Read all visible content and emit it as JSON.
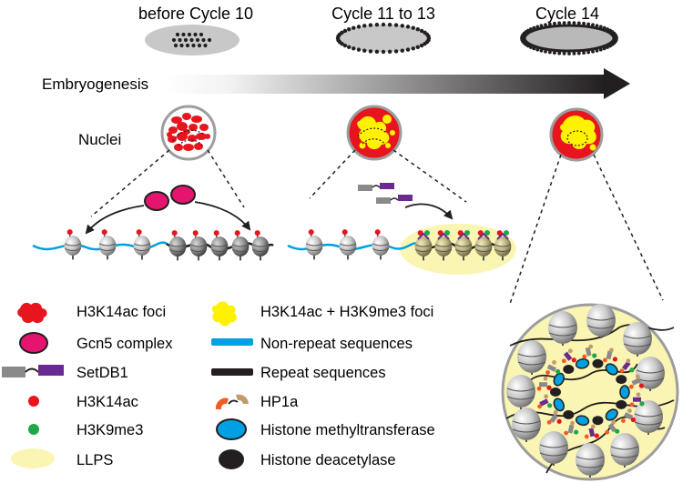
{
  "stages": [
    {
      "label": "before Cycle 10"
    },
    {
      "label": "Cycle 11 to 13"
    },
    {
      "label": "Cycle 14"
    }
  ],
  "process": {
    "label": "Embryogenesis"
  },
  "nuclei": {
    "label": "Nuclei"
  },
  "legend": {
    "h3k14ac_foci": "H3K14ac foci",
    "gcn5_complex": "Gcn5 complex",
    "setdb1": "SetDB1",
    "h3k14ac": "H3K14ac",
    "h3k9me3": "H3K9me3",
    "llps": "LLPS",
    "double_foci": "H3K14ac + H3K9me3 foci",
    "non_repeat": "Non-repeat sequences",
    "repeat": "Repeat sequences",
    "hp1a": "HP1a",
    "hmt": "Histone methyltransferase",
    "hdac": "Histone deacetylase"
  },
  "colors": {
    "red": "#e8141e",
    "yellow": "#fff200",
    "magenta": "#e5156f",
    "purple": "#6a2a91",
    "gray": "#8a8a8a",
    "blue": "#00a0e3",
    "green": "#1ea84a",
    "llps": "#fbf5b4",
    "orange": "#f15a24",
    "tan": "#c49a6c"
  }
}
